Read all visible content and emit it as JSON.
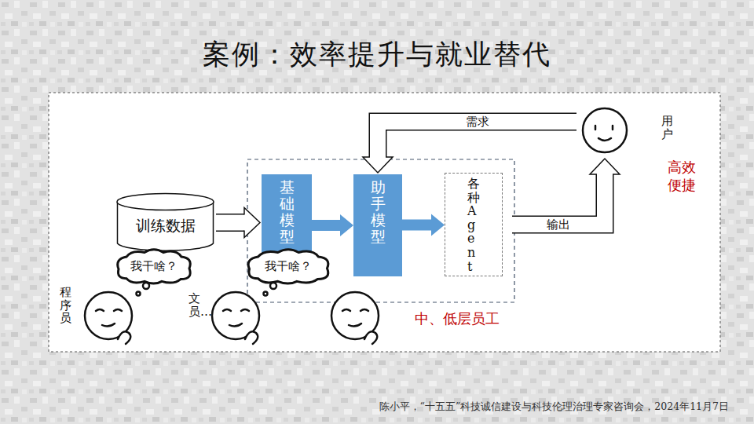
{
  "diagram": {
    "title": "案例：效率提升与就业替代",
    "caption": "陈小平，“十五五”科技诚信建设与科技伦理治理专家咨询会，2024年11月7日",
    "nodes": [
      {
        "text": [
          "训练数据"
        ]
      },
      {
        "text": [
          "基础模型"
        ]
      },
      {
        "text": [
          "助手模型"
        ]
      },
      {
        "text": [
          "各种Agent"
        ]
      },
      {
        "text": [
          "用户"
        ]
      },
      {
        "text": [
          "我干啥？"
        ]
      },
      {
        "text": [
          "我干啥？"
        ]
      }
    ],
    "edges": [
      {
        "from": 0,
        "to": 1,
        "arrow": "to"
      },
      {
        "from": 1,
        "to": 2,
        "arrow": "to"
      },
      {
        "from": 2,
        "to": 3,
        "arrow": "to"
      },
      {
        "from": 3,
        "to": 4,
        "label": "输出",
        "arrow": "to"
      },
      {
        "from": 4,
        "to": 2,
        "label": "需求",
        "arrow": "to"
      }
    ],
    "labels": [
      "程序员",
      "文员…",
      "中、低层员工",
      "高效 便捷"
    ]
  }
}
